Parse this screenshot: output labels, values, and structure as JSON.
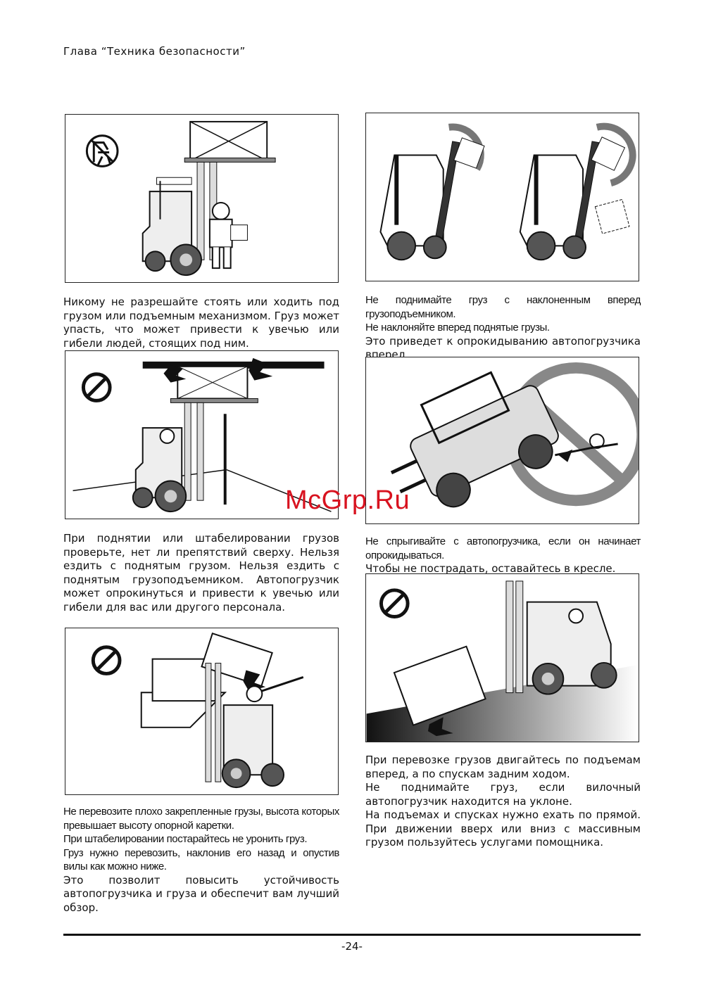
{
  "header": {
    "chapter_title": "Глава “Техника безопасности”"
  },
  "left_column": {
    "text1": [
      "Никому не разрешайте стоять или ходить под грузом или подъемным механизмом. Груз может упасть, что может привести к увечью или гибели людей, стоящих под ним."
    ],
    "text2": [
      "При поднятии или штабелировании грузов проверьте, нет ли препятствий сверху. Нельзя ездить с поднятым грузом. Нельзя ездить с поднятым грузоподъемником. Автопогрузчик может опрокинуться и привести к увечью или гибели для вас или другого персонала."
    ],
    "text3": [
      "Не перевозите плохо закрепленные грузы, высота которых превышает высоту опорной каретки.",
      "При штабелировании постарайтесь не уронить груз.",
      "Груз нужно перевозить, наклонив его назад и опустив вилы как можно ниже.",
      "Это позволит повысить устойчивость автопогрузчика и груза и обеспечит вам лучший обзор."
    ]
  },
  "right_column": {
    "text1": [
      "Не поднимайте груз с наклоненным вперед грузоподъемником.",
      "Не наклоняйте вперед поднятые грузы.",
      "Это приведет к опрокидыванию автопогрузчика вперед."
    ],
    "text2": [
      "Не спрыгивайте с автопогрузчика, если он начинает опрокидываться.",
      "Чтобы не пострадать, оставайтесь в кресле."
    ],
    "text3": [
      "При перевозке грузов двигайтесь по подъемам вперед, а по спускам задним ходом.",
      "Не поднимайте груз, если вилочный автопогрузчик находится на уклоне.",
      "На подъемах и спусках нужно ехать по прямой. При движении вверх или вниз с массивным грузом пользуйтесь услугами помощника."
    ]
  },
  "watermark": "McGrp.Ru",
  "footer": {
    "page_number": "-24-"
  },
  "icons": [
    "prohibition-sign-icon",
    "no-standing-under-load-icon",
    "forklift-illustration"
  ]
}
